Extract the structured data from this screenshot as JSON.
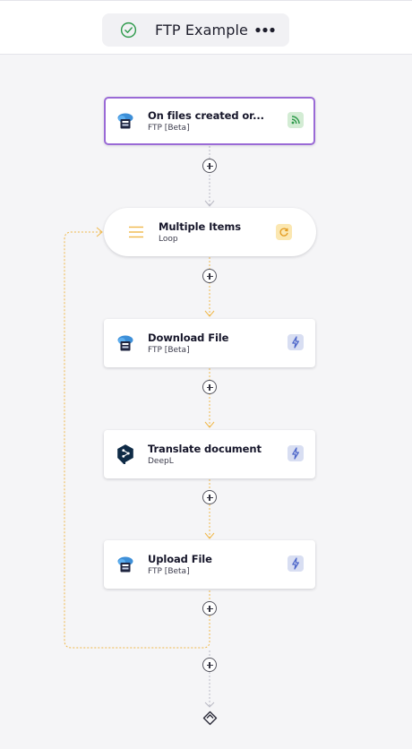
{
  "header": {
    "workflow_title": "FTP Example",
    "status_icon": "check-circle-icon",
    "more_icon": "more-horizontal-icon"
  },
  "colors": {
    "trigger_border": "#9a6ad6",
    "loop_wire": "#f0b84a",
    "wire": "#b9b9c4",
    "status_ok": "#2e9a4b"
  },
  "steps": [
    {
      "name": "On files created or...",
      "app": "FTP [Beta]",
      "icon": "ftp-icon",
      "badge": "rss-feed-icon"
    },
    {
      "name": "Multiple Items",
      "app": "Loop",
      "icon": "list-icon",
      "badge": "loop-refresh-icon"
    },
    {
      "name": "Download File",
      "app": "FTP [Beta]",
      "icon": "ftp-icon",
      "badge": "lightning-action-icon"
    },
    {
      "name": "Translate document",
      "app": "DeepL",
      "icon": "deepl-icon",
      "badge": "lightning-action-icon"
    },
    {
      "name": "Upload File",
      "app": "FTP [Beta]",
      "icon": "ftp-icon",
      "badge": "lightning-action-icon"
    }
  ],
  "end_icon": "end-flag-icon"
}
